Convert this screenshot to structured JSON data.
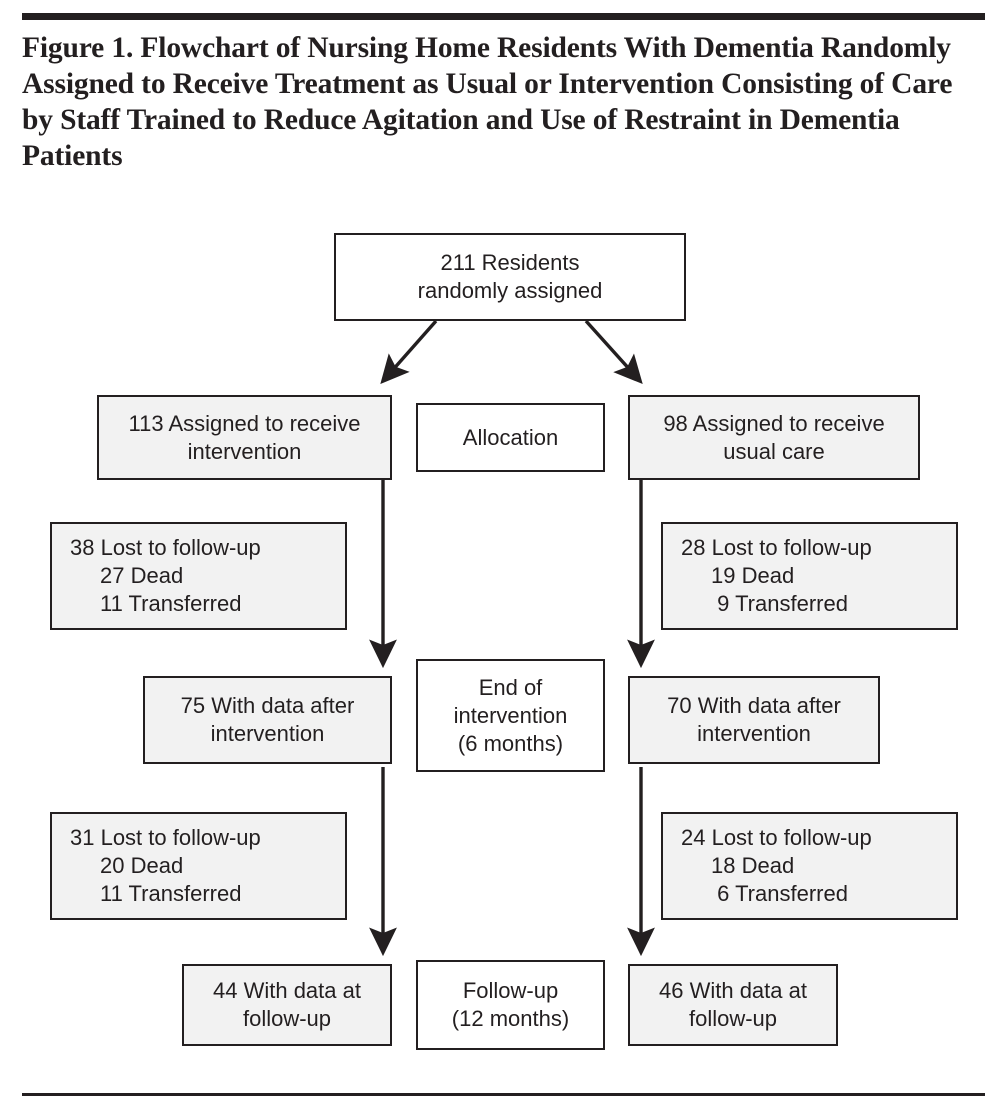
{
  "figure": {
    "title": "Figure 1. Flowchart of Nursing Home Residents With Dementia Randomly Assigned to Receive Treatment as Usual or Intervention Consisting of Care by Staff Trained to Reduce Agitation and Use of Restraint in Dementia Patients",
    "colors": {
      "ink": "#231f20",
      "box_shaded": "#f2f2f2",
      "box_plain": "#ffffff"
    }
  },
  "chart_data": {
    "type": "diagram",
    "title": "Figure 1. Flowchart of Nursing Home Residents With Dementia Randomly Assigned to Receive Treatment as Usual or Intervention Consisting of Care by Staff Trained to Reduce Agitation and Use of Restraint in Dementia Patients",
    "enrollment_total": 211,
    "arms": [
      {
        "name": "intervention",
        "assigned": 113,
        "after_intervention": 75,
        "at_followup": 44,
        "lost_phase1": {
          "total": 38,
          "dead": 27,
          "transferred": 11
        },
        "lost_phase2": {
          "total": 31,
          "dead": 20,
          "transferred": 11
        }
      },
      {
        "name": "usual care",
        "assigned": 98,
        "after_intervention": 70,
        "at_followup": 46,
        "lost_phase1": {
          "total": 28,
          "dead": 19,
          "transferred": 9
        },
        "lost_phase2": {
          "total": 24,
          "dead": 18,
          "transferred": 6
        }
      }
    ],
    "stages": [
      "Allocation",
      "End of intervention (6 months)",
      "Follow-up (12 months)"
    ]
  },
  "nodes": {
    "enrollment": {
      "line1": "211 Residents",
      "line2": "randomly assigned"
    },
    "stage_allocation": {
      "line1": "Allocation"
    },
    "stage_end_intervention": {
      "line1": "End of",
      "line2": "intervention",
      "line3": "(6 months)"
    },
    "stage_followup": {
      "line1": "Follow-up",
      "line2": "(12 months)"
    },
    "left_assigned": {
      "line1": "113 Assigned to receive",
      "line2": "intervention"
    },
    "right_assigned": {
      "line1": "98 Assigned to receive",
      "line2": "usual care"
    },
    "left_lost1": {
      "head": "38 Lost to follow-up",
      "sub1": "27 Dead",
      "sub2": "11 Transferred"
    },
    "right_lost1": {
      "head": "28 Lost to follow-up",
      "sub1": "19 Dead",
      "sub2": " 9 Transferred"
    },
    "left_after": {
      "line1": "75 With data after",
      "line2": "intervention"
    },
    "right_after": {
      "line1": "70 With data after",
      "line2": "intervention"
    },
    "left_lost2": {
      "head": "31 Lost to follow-up",
      "sub1": "20 Dead",
      "sub2": "11 Transferred"
    },
    "right_lost2": {
      "head": "24 Lost to follow-up",
      "sub1": "18 Dead",
      "sub2": " 6 Transferred"
    },
    "left_final": {
      "line1": "44 With data at",
      "line2": "follow-up"
    },
    "right_final": {
      "line1": "46 With data at",
      "line2": "follow-up"
    }
  }
}
